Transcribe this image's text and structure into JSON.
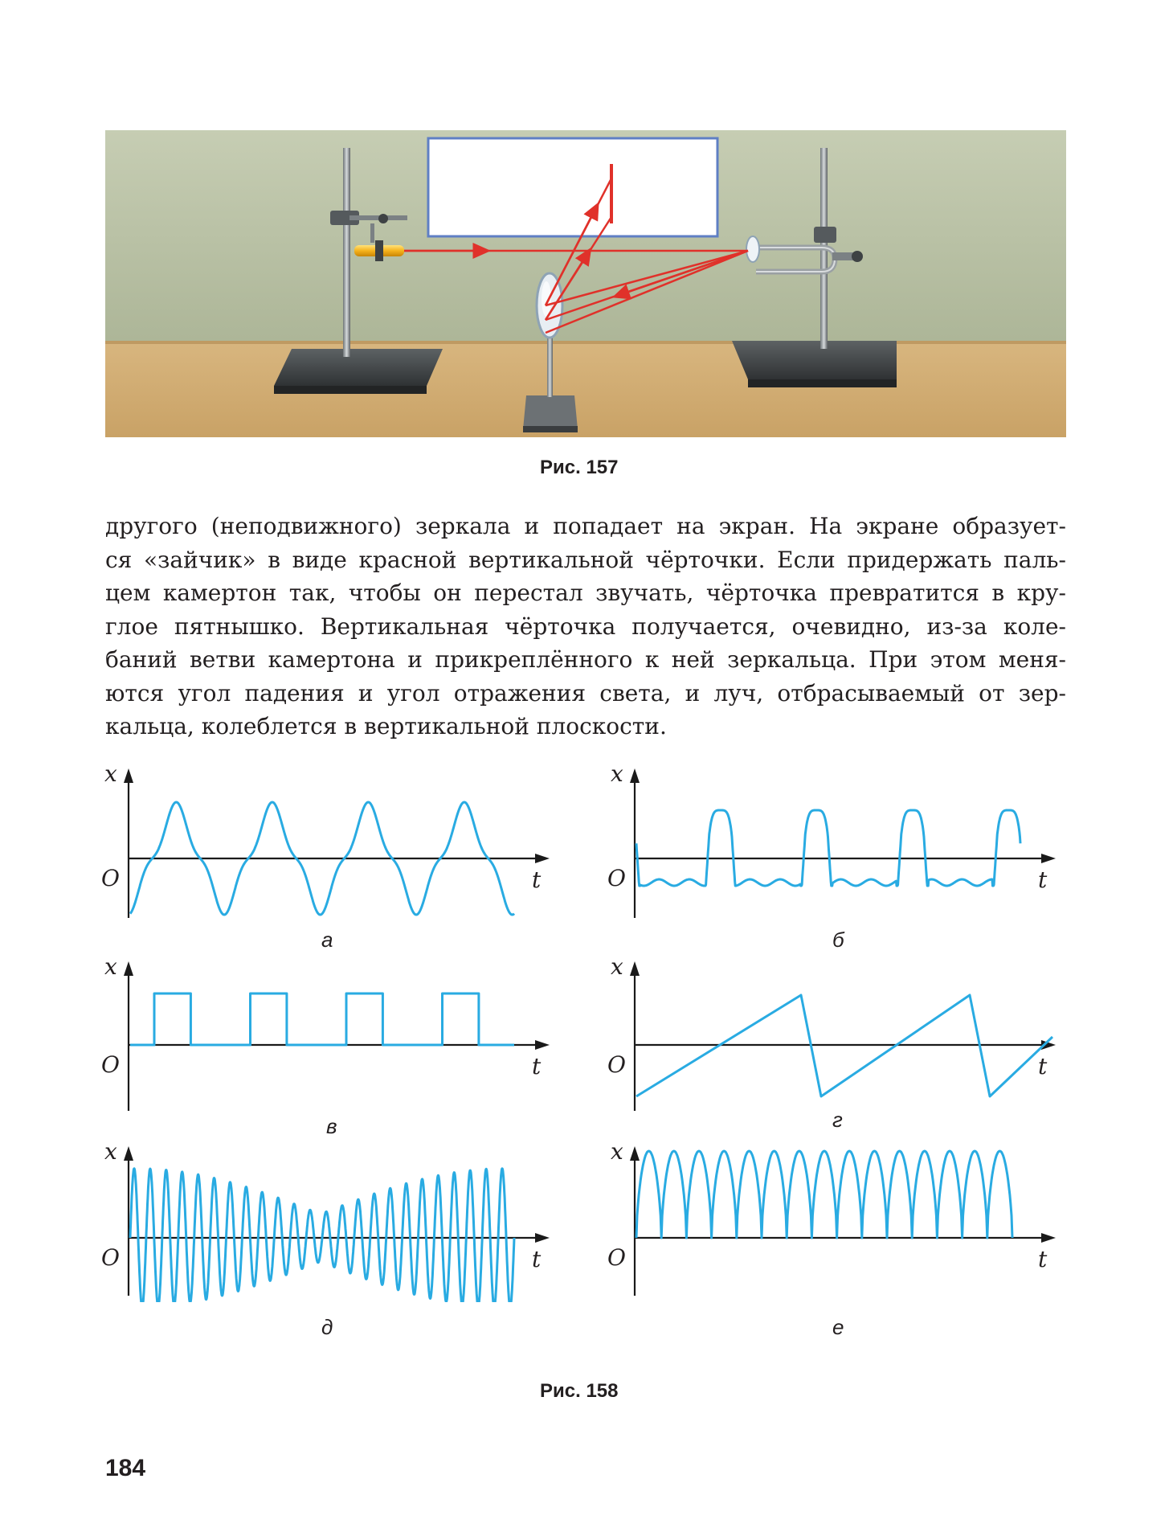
{
  "figure157": {
    "caption": "Рис. 157"
  },
  "paragraph": {
    "lines": [
      "другого (неподвижного) зеркала и попадает на экран. На экране образует-",
      "ся «зайчик» в виде красной вертикальной чёрточки. Если придержать паль-",
      "цем камертон так, чтобы он перестал звучать, чёрточка превратится в кру-",
      "глое пятнышко. Вертикальная чёрточка получается, очевидно, из-за коле-",
      "баний ветви камертона и прикреплённого к ней зеркальца. При этом меня-",
      "ются угол падения и угол отражения света, и луч, отбрасываемый от зер-",
      "кальца, колеблется в вертикальной плоскости."
    ]
  },
  "figure158": {
    "caption": "Рис. 158",
    "axis": {
      "x_label": "t",
      "y_label": "x",
      "origin_label": "O"
    },
    "panels": [
      {
        "label": "а"
      },
      {
        "label": "б"
      },
      {
        "label": "в"
      },
      {
        "label": "г"
      },
      {
        "label": "д"
      },
      {
        "label": "е"
      }
    ]
  },
  "colors": {
    "curve": "#29abe2",
    "ray": "#e0312a",
    "text": "#231f20",
    "wall": "#b9c2a6",
    "table": "#d2ad73"
  },
  "page_number": "184"
}
